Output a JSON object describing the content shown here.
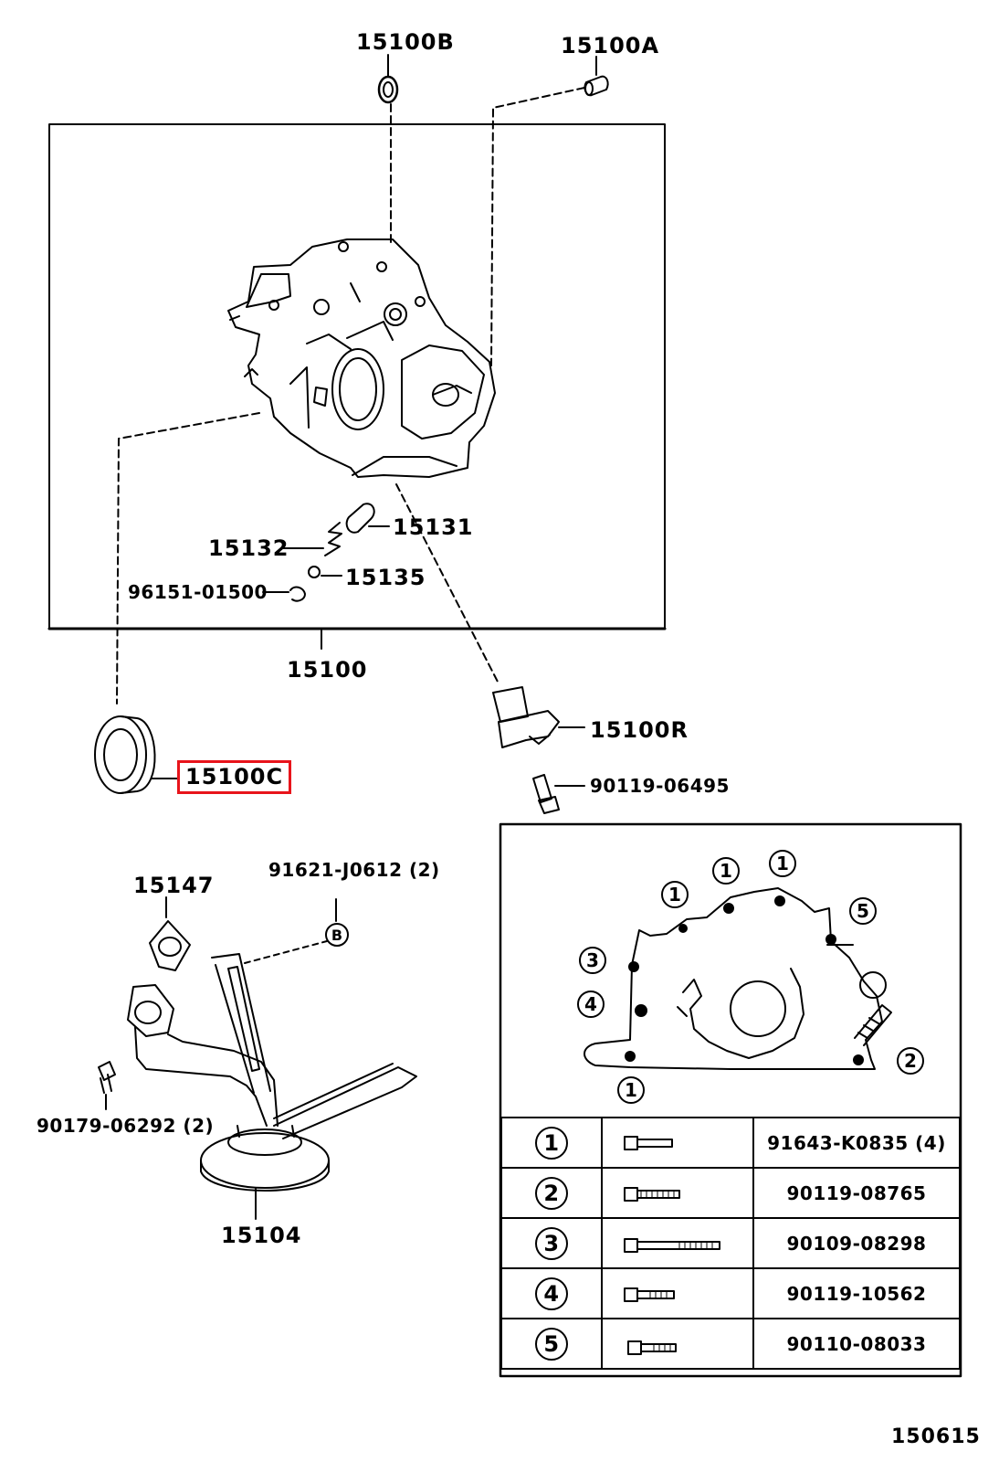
{
  "parts": {
    "p15100B": "15100B",
    "p15100A": "15100A",
    "p15131": "15131",
    "p15132": "15132",
    "p15135": "15135",
    "p96151": "96151-01500",
    "p15100": "15100",
    "p15100R": "15100R",
    "p15100C": "15100C",
    "p90119_06495": "90119-06495",
    "p15147": "15147",
    "p91621": "91621-J0612 (2)",
    "p90179": "90179-06292 (2)",
    "p15104": "15104"
  },
  "ref_letter": "B",
  "bolt_markers": [
    "1",
    "1",
    "1",
    "1",
    "1",
    "5",
    "3",
    "4",
    "2"
  ],
  "bolt_table": [
    {
      "num": "1",
      "part": "91643-K0835 (4)"
    },
    {
      "num": "2",
      "part": "90119-08765"
    },
    {
      "num": "3",
      "part": "90109-08298"
    },
    {
      "num": "4",
      "part": "90119-10562"
    },
    {
      "num": "5",
      "part": "90110-08033"
    }
  ],
  "footer_code": "150615",
  "highlight_color": "#e8141b"
}
